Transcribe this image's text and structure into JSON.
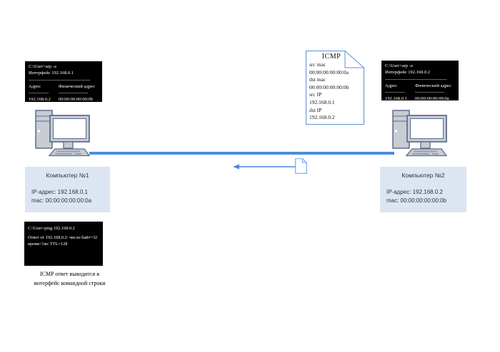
{
  "colors": {
    "link_blue": "#4a8ed9",
    "arrow_blue": "#4a86e8",
    "note_border": "#5b8fd9",
    "doc_border": "#7aa9ee",
    "terminal_bg": "#000000",
    "terminal_text": "#ffffff",
    "label_box_bg": "#dce6f2",
    "computer_border": "#5b6b8c",
    "computer_fill": "#c8ccd3"
  },
  "terminal_arp1": {
    "prompt": "C:\\User>arp -a",
    "interface_line": "Интерфейс 192.168.0.1",
    "separator": "----------------------------------------",
    "col_address": "Адрес",
    "col_physical": "Физический адрес",
    "col_sep1": "-------------",
    "col_sep2": "-------------------",
    "address": "192.168.0.2",
    "physical_address": "00:00:00:00:00:0b"
  },
  "terminal_arp2": {
    "prompt": "C:\\User>arp -a",
    "interface_line": "Интерфейс 192.168.0.2",
    "separator": "----------------------------------------",
    "col_address": "Адрес",
    "col_physical": "Физический адрес",
    "col_sep1": "-------------",
    "col_sep2": "-------------------",
    "address": "192.168.0.1",
    "physical_address": "00:00:00:00:00:0a"
  },
  "icmp_note": {
    "title": "ICMP",
    "lines": [
      "src mac",
      "00:00:00:00:00:0a",
      "dst mac",
      "00:00:00:00:00:0b",
      "src IP",
      "192.168.0.1",
      "dst IP",
      "192.168.0.2"
    ]
  },
  "computer1": {
    "name": "Компьютер №1",
    "ip_line": "IP-адрес: 192.168.0.1",
    "mac_line": "mac: 00:00:00:00:00:0a"
  },
  "computer2": {
    "name": "Компьютер №2",
    "ip_line": "IP-адрес: 192.168.0.2",
    "mac_line": "mac: 00:00:00:00:00:0b"
  },
  "terminal_ping": {
    "line1": "C:\\User>ping 192.168.0.2",
    "line2": "Ответ от 192.168.0.2: число байт=32",
    "line3": "время<1мс TTL=128"
  },
  "caption": {
    "line1": "ICMP ответ выводится в",
    "line2": "интерфейс командной строки"
  }
}
